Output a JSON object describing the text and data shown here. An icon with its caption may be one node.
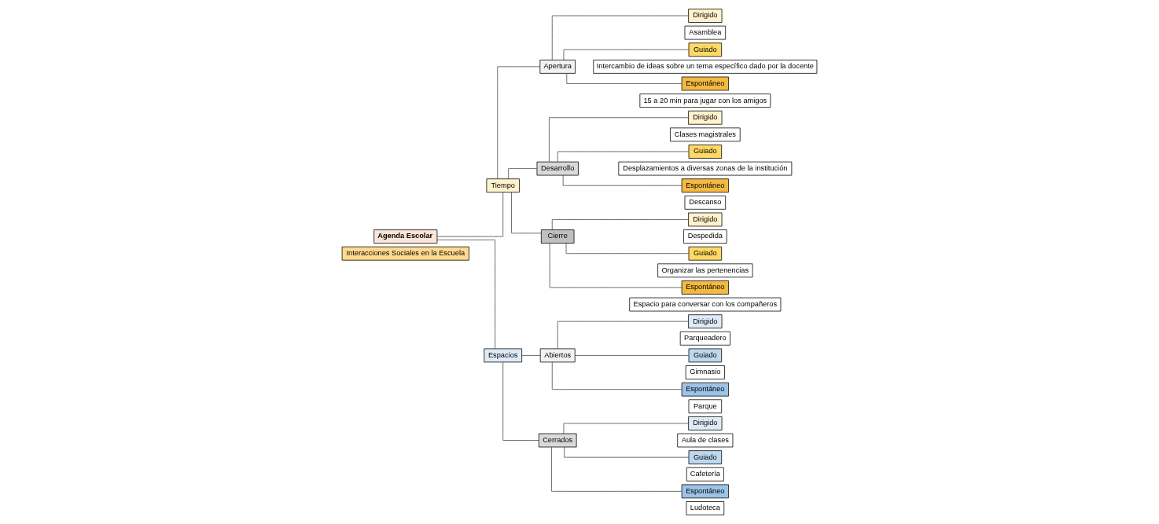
{
  "diagram": {
    "nodes": [
      {
        "text": [
          "Interacciones Sociales en la Escuela"
        ]
      },
      {
        "text": [
          "Agenda Escolar"
        ]
      },
      {
        "text": [
          "Tiempo"
        ]
      },
      {
        "text": [
          "Apertura"
        ]
      },
      {
        "text": [
          "Dirigido"
        ]
      },
      {
        "text": [
          "Asamblea"
        ]
      },
      {
        "text": [
          "Guiado"
        ]
      },
      {
        "text": [
          "Intercambio de ideas sobre un tema específico dado por la docente"
        ]
      },
      {
        "text": [
          "Espontáneo"
        ]
      },
      {
        "text": [
          "15 a 20 min para jugar con los amigos"
        ]
      },
      {
        "text": [
          "Desarrollo"
        ]
      },
      {
        "text": [
          "Dirigido"
        ]
      },
      {
        "text": [
          "Clases magistrales"
        ]
      },
      {
        "text": [
          "Guiado"
        ]
      },
      {
        "text": [
          "Desplazamientos a diversas zonas de la institución"
        ]
      },
      {
        "text": [
          "Espontáneo"
        ]
      },
      {
        "text": [
          "Descanso"
        ]
      },
      {
        "text": [
          "Cierre"
        ]
      },
      {
        "text": [
          "Dirigido"
        ]
      },
      {
        "text": [
          "Despedida"
        ]
      },
      {
        "text": [
          "Guiado"
        ]
      },
      {
        "text": [
          "Organizar las pertenencias"
        ]
      },
      {
        "text": [
          "Espontáneo"
        ]
      },
      {
        "text": [
          "Espacio para conversar con los compañeros"
        ]
      },
      {
        "text": [
          "Espacios"
        ]
      },
      {
        "text": [
          "Abiertos"
        ]
      },
      {
        "text": [
          "Dirigido"
        ]
      },
      {
        "text": [
          "Parqueadero"
        ]
      },
      {
        "text": [
          "Guiado"
        ]
      },
      {
        "text": [
          "Gimnasio"
        ]
      },
      {
        "text": [
          "Espontáneo"
        ]
      },
      {
        "text": [
          "Parque"
        ]
      },
      {
        "text": [
          "Cerrados"
        ]
      },
      {
        "text": [
          "Dirigido"
        ]
      },
      {
        "text": [
          "Aula de clases"
        ]
      },
      {
        "text": [
          "Guiado"
        ]
      },
      {
        "text": [
          "Cafetería"
        ]
      },
      {
        "text": [
          "Espontáneo"
        ]
      },
      {
        "text": [
          "Ludoteca"
        ]
      }
    ],
    "edges": [
      {
        "from": 1,
        "to": 2,
        "arrow": "none"
      },
      {
        "from": 1,
        "to": 24,
        "arrow": "none"
      },
      {
        "from": 2,
        "to": 3,
        "arrow": "none"
      },
      {
        "from": 2,
        "to": 10,
        "arrow": "none"
      },
      {
        "from": 2,
        "to": 17,
        "arrow": "none"
      },
      {
        "from": 3,
        "to": 4,
        "arrow": "none"
      },
      {
        "from": 3,
        "to": 6,
        "arrow": "none"
      },
      {
        "from": 3,
        "to": 8,
        "arrow": "none"
      },
      {
        "from": 10,
        "to": 11,
        "arrow": "none"
      },
      {
        "from": 10,
        "to": 13,
        "arrow": "none"
      },
      {
        "from": 10,
        "to": 15,
        "arrow": "none"
      },
      {
        "from": 17,
        "to": 18,
        "arrow": "none"
      },
      {
        "from": 17,
        "to": 20,
        "arrow": "none"
      },
      {
        "from": 17,
        "to": 22,
        "arrow": "none"
      },
      {
        "from": 24,
        "to": 25,
        "arrow": "none"
      },
      {
        "from": 24,
        "to": 32,
        "arrow": "none"
      },
      {
        "from": 25,
        "to": 26,
        "arrow": "none"
      },
      {
        "from": 25,
        "to": 28,
        "arrow": "none"
      },
      {
        "from": 25,
        "to": 30,
        "arrow": "none"
      },
      {
        "from": 32,
        "to": 33,
        "arrow": "none"
      },
      {
        "from": 32,
        "to": 35,
        "arrow": "none"
      },
      {
        "from": 32,
        "to": 37,
        "arrow": "none"
      }
    ]
  }
}
